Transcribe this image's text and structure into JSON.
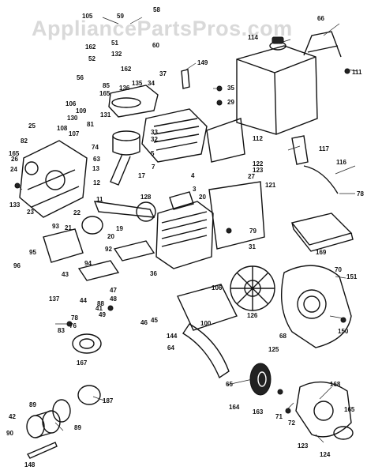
{
  "watermark": "AppliancePartsPros.com",
  "part_numbers": [
    "105",
    "59",
    "58",
    "162",
    "51",
    "52",
    "132",
    "56",
    "60",
    "66",
    "114",
    "111",
    "37",
    "149",
    "35",
    "29",
    "162",
    "85",
    "136",
    "165",
    "135",
    "34",
    "106",
    "109",
    "108",
    "107",
    "130",
    "131",
    "81",
    "25",
    "82",
    "165",
    "26",
    "24",
    "74",
    "63",
    "33",
    "32",
    "112",
    "117",
    "122",
    "123",
    "13",
    "27",
    "116",
    "78",
    "133",
    "23",
    "5",
    "7",
    "17",
    "4",
    "3",
    "12",
    "22",
    "21",
    "128",
    "11",
    "121",
    "20",
    "19",
    "20",
    "92",
    "93",
    "79",
    "95",
    "96",
    "94",
    "43",
    "31",
    "169",
    "70",
    "151",
    "36",
    "106",
    "137",
    "44",
    "47",
    "41",
    "48",
    "88",
    "45",
    "46",
    "100",
    "78",
    "49",
    "76",
    "144",
    "126",
    "83",
    "167",
    "125",
    "68",
    "150",
    "64",
    "65",
    "164",
    "187",
    "163",
    "71",
    "72",
    "168",
    "165",
    "90",
    "42",
    "148",
    "89",
    "123",
    "124",
    "89"
  ],
  "colors": {
    "ink": "#111111",
    "background": "#ffffff",
    "watermark": "#d9d9d9"
  }
}
